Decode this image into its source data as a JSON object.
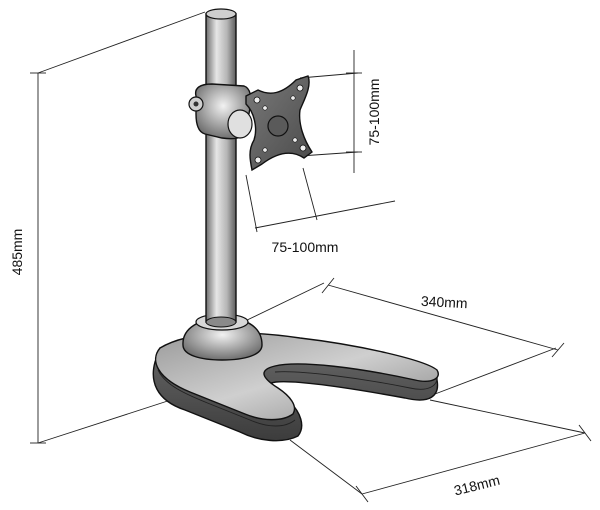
{
  "dimensions": {
    "total_height": "485mm",
    "vesa_vertical": "75-100mm",
    "vesa_horizontal": "75-100mm",
    "base_depth": "340mm",
    "base_width": "318mm"
  }
}
